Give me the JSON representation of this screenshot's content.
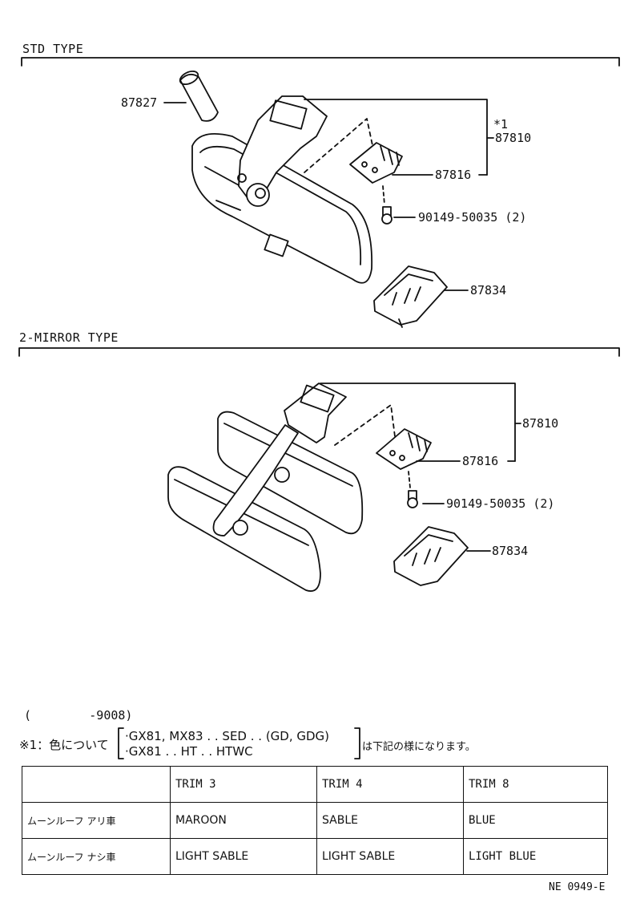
{
  "sections": {
    "std": "STD TYPE",
    "two_mirror": "2-MIRROR TYPE"
  },
  "std_parts": {
    "p87827": "87827",
    "star": "*1",
    "p87810": "87810",
    "p87816": "87816",
    "p90149": "90149-50035 (2)",
    "p87834": "87834"
  },
  "mirror2_parts": {
    "p87810": "87810",
    "p87816": "87816",
    "p90149": "90149-50035 (2)",
    "p87834": "87834"
  },
  "notes": {
    "range": "(        -9008)",
    "star_note": "※1：色について",
    "bracket_line1": "·GX81, MX83 . . SED . . (GD, GDG)",
    "bracket_line2": "·GX81 . . HT . . HTWC",
    "suffix": "は下記の様になります。"
  },
  "table": {
    "headers": [
      "",
      "TRIM 3",
      "TRIM 4",
      "TRIM 8"
    ],
    "rows": [
      {
        "label": "ムーンルーフ アリ車",
        "values": [
          "MAROON",
          "SABLE",
          "BLUE"
        ]
      },
      {
        "label": "ムーンルーフ ナシ車",
        "values": [
          "LIGHT SABLE",
          "LIGHT SABLE",
          "LIGHT BLUE"
        ]
      }
    ]
  },
  "footer_code": "NE 0949-E",
  "colors": {
    "ink": "#111111",
    "paper": "#ffffff"
  }
}
